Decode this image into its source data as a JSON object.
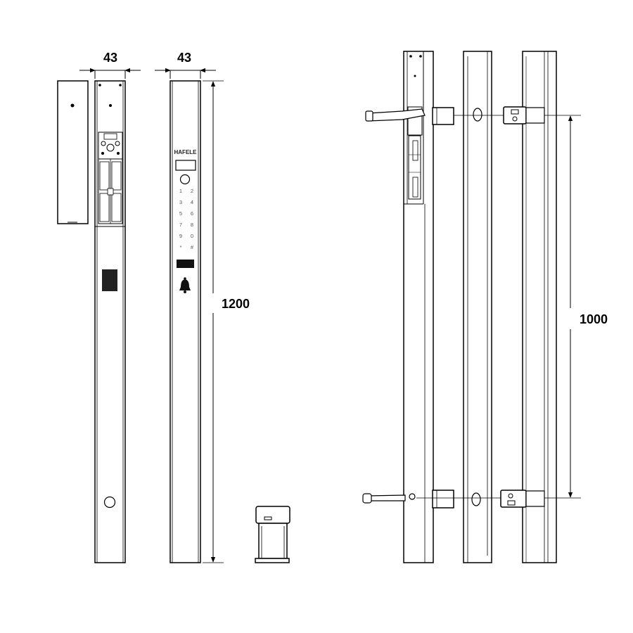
{
  "dimensions": {
    "width_left": "43",
    "width_mid": "43",
    "height_total": "1200",
    "height_mount": "1000"
  },
  "brand": "HAFELE",
  "keypad": [
    "1",
    "2",
    "3",
    "4",
    "5",
    "6",
    "7",
    "8",
    "9",
    "0",
    "*",
    "#"
  ]
}
